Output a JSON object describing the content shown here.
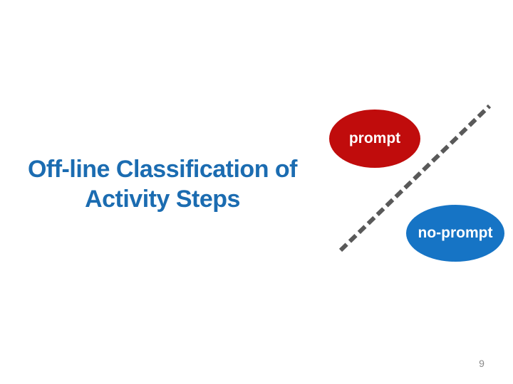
{
  "slide": {
    "title": {
      "line1": "Off-line Classification of",
      "line2": "Activity Steps"
    },
    "diagram": {
      "prompt_ellipse_label": "prompt",
      "no_prompt_ellipse_label": "no-prompt",
      "divider_style": "dashed-diagonal"
    },
    "page_number": "9",
    "colors": {
      "background": "#FFFFFF",
      "title_text": "#1B6CB1",
      "prompt_fill": "#C00C0C",
      "no_prompt_fill": "#1674C5",
      "ellipse_label_text": "#FFFFFF",
      "divider": "#595959",
      "page_number": "#8A8A8A"
    }
  }
}
